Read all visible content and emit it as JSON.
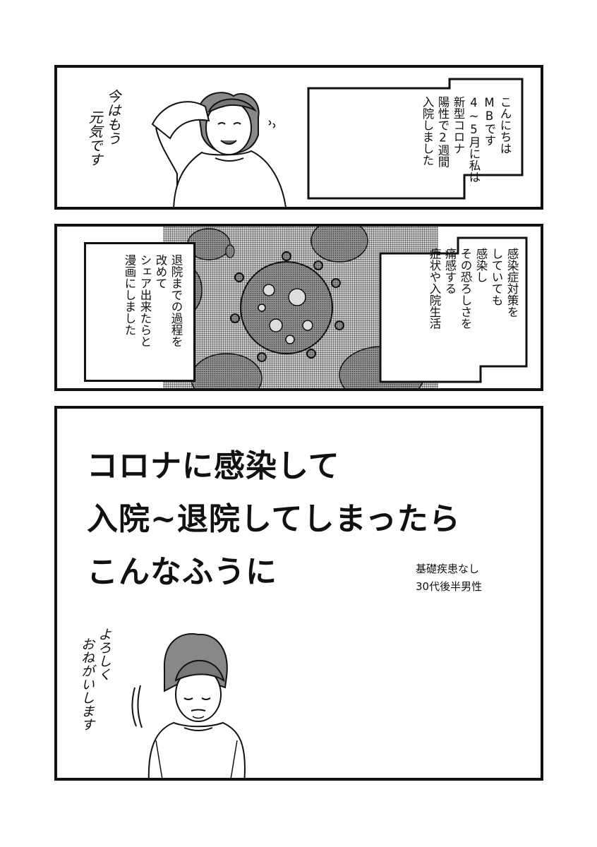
{
  "page": {
    "type": "manga-page",
    "panel_count": 3
  },
  "panel1": {
    "caption_lines": [
      "こんにちは",
      "MBです",
      "",
      "4~5月に私は",
      "新型コロナ",
      "陽性で2週間",
      "入院しました"
    ],
    "handwritten_lines": [
      "今はもう",
      "元気です"
    ]
  },
  "panel2": {
    "right_caption_lines": [
      "感染症対策を",
      "していても",
      "感染し",
      "",
      "その恐ろしさを",
      "痛感する",
      "症状や入院生活"
    ],
    "left_caption_lines": [
      "退院までの過程を",
      "改めて",
      "シェア出来たらと",
      "漫画にしました"
    ]
  },
  "panel3": {
    "title_lines": [
      "コロナに感染して",
      "入院~退院してしまったら",
      "こんなふうに"
    ],
    "info_lines": [
      "基礎疾患なし",
      "30代後半男性"
    ],
    "handwritten_lines": [
      "よろしく",
      "おねがいします"
    ]
  }
}
